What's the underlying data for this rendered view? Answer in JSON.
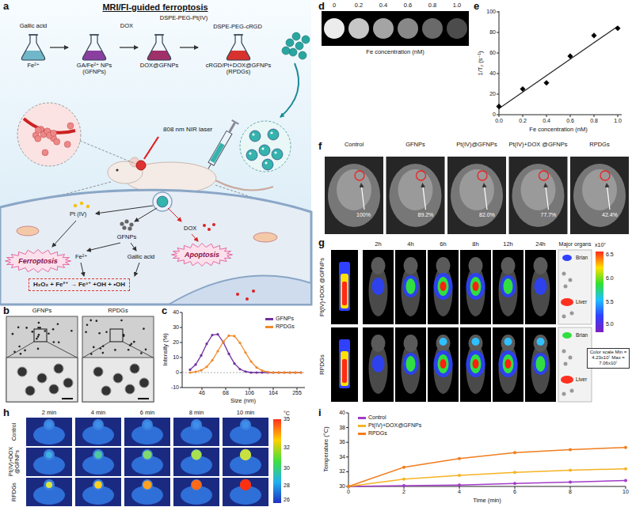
{
  "diagram": {
    "title": "MRI/FI-guided ferroptosis",
    "nodes": [
      {
        "text": [
          "Fe²⁺"
        ]
      },
      {
        "text": [
          "GA/Fe²⁺ NPs (GFNPs)"
        ]
      },
      {
        "text": [
          "DOX@GFNPs"
        ]
      },
      {
        "text": [
          "cRGD/Pt+DOX@GFNPs (RPDGs)"
        ]
      },
      {
        "text": [
          "Ferroptosis"
        ]
      },
      {
        "text": [
          "Apoptosis"
        ]
      },
      {
        "text": [
          "H₂O₂ + Fe²⁺ → Fe³⁺ +OH + •OH"
        ]
      },
      {
        "text": [
          "Color scale Min = 4.23x10⁷ Max = 7.06x10⁷"
        ]
      }
    ],
    "edges": [
      {
        "from": 0,
        "to": 1,
        "arrow": "to"
      },
      {
        "from": 1,
        "to": 2,
        "arrow": "to"
      },
      {
        "from": 2,
        "to": 3,
        "arrow": "to"
      }
    ],
    "labels": [
      "a",
      "b",
      "c",
      "d",
      "e",
      "f",
      "g",
      "h",
      "i",
      "Gallic acid",
      "DOX",
      "DSPE-PEG-Pt(IV)",
      "DSPE-PEG-cRGD",
      "808 nm NIR laser",
      "Pt (IV)",
      "GFNPs",
      "DOX",
      "Fe²⁺",
      "Gallic acid",
      "GFNPs",
      "RPDGs",
      "Intensity (%)",
      "40",
      "30",
      "20",
      "10",
      "0",
      "-10",
      "46",
      "68",
      "106",
      "164",
      "255",
      "Size (nm)",
      "0",
      "0.2",
      "0.4",
      "0.6",
      "0.8",
      "1.0",
      "Fe concentration (nM)",
      "1/T₂ (s⁻¹)",
      "0",
      "20",
      "40",
      "60",
      "80",
      "100",
      "0.0",
      "0.2",
      "0.4",
      "0.6",
      "0.8",
      "1.0",
      "Fe concentration (nM)",
      "Control",
      "GFNPs",
      "Pt(IV)@GFNPs",
      "Pt(IV)+DOX @GFNPs",
      "RPDGs",
      "100%",
      "89.2%",
      "82.0%",
      "77.7%",
      "42.4%",
      "2h",
      "4h",
      "6h",
      "8h",
      "12h",
      "24h",
      "Major organs",
      "Pt(IV)+DOX @GFNPs",
      "RPDGs",
      "Brian",
      "Liver",
      "Brian",
      "Liver",
      "x10⁷",
      "6.5",
      "6.0",
      "5.5",
      "5.0",
      "2 min",
      "4 min",
      "6 min",
      "8 min",
      "10 min",
      "Control",
      "Pt(IV)+DOX @GFNPs",
      "RPDGs",
      "°C",
      "35",
      "32",
      "30",
      "28",
      "26",
      "Temperature (°C)",
      "40",
      "38",
      "36",
      "34",
      "32",
      "30",
      "0",
      "2",
      "4",
      "6",
      "8",
      "10",
      "Time (min)"
    ],
    "legend": [
      {
        "text": "GFNPs",
        "color": "#7030a0"
      },
      {
        "text": "RPDGs",
        "color": "#f0892a"
      },
      {
        "text": "Control",
        "color": "#a23cc8"
      },
      {
        "text": "Pt(IV)+DOX@GFNPs",
        "color": "#f5b323"
      },
      {
        "text": "RPDGs",
        "color": "#f07d1e"
      }
    ]
  }
}
